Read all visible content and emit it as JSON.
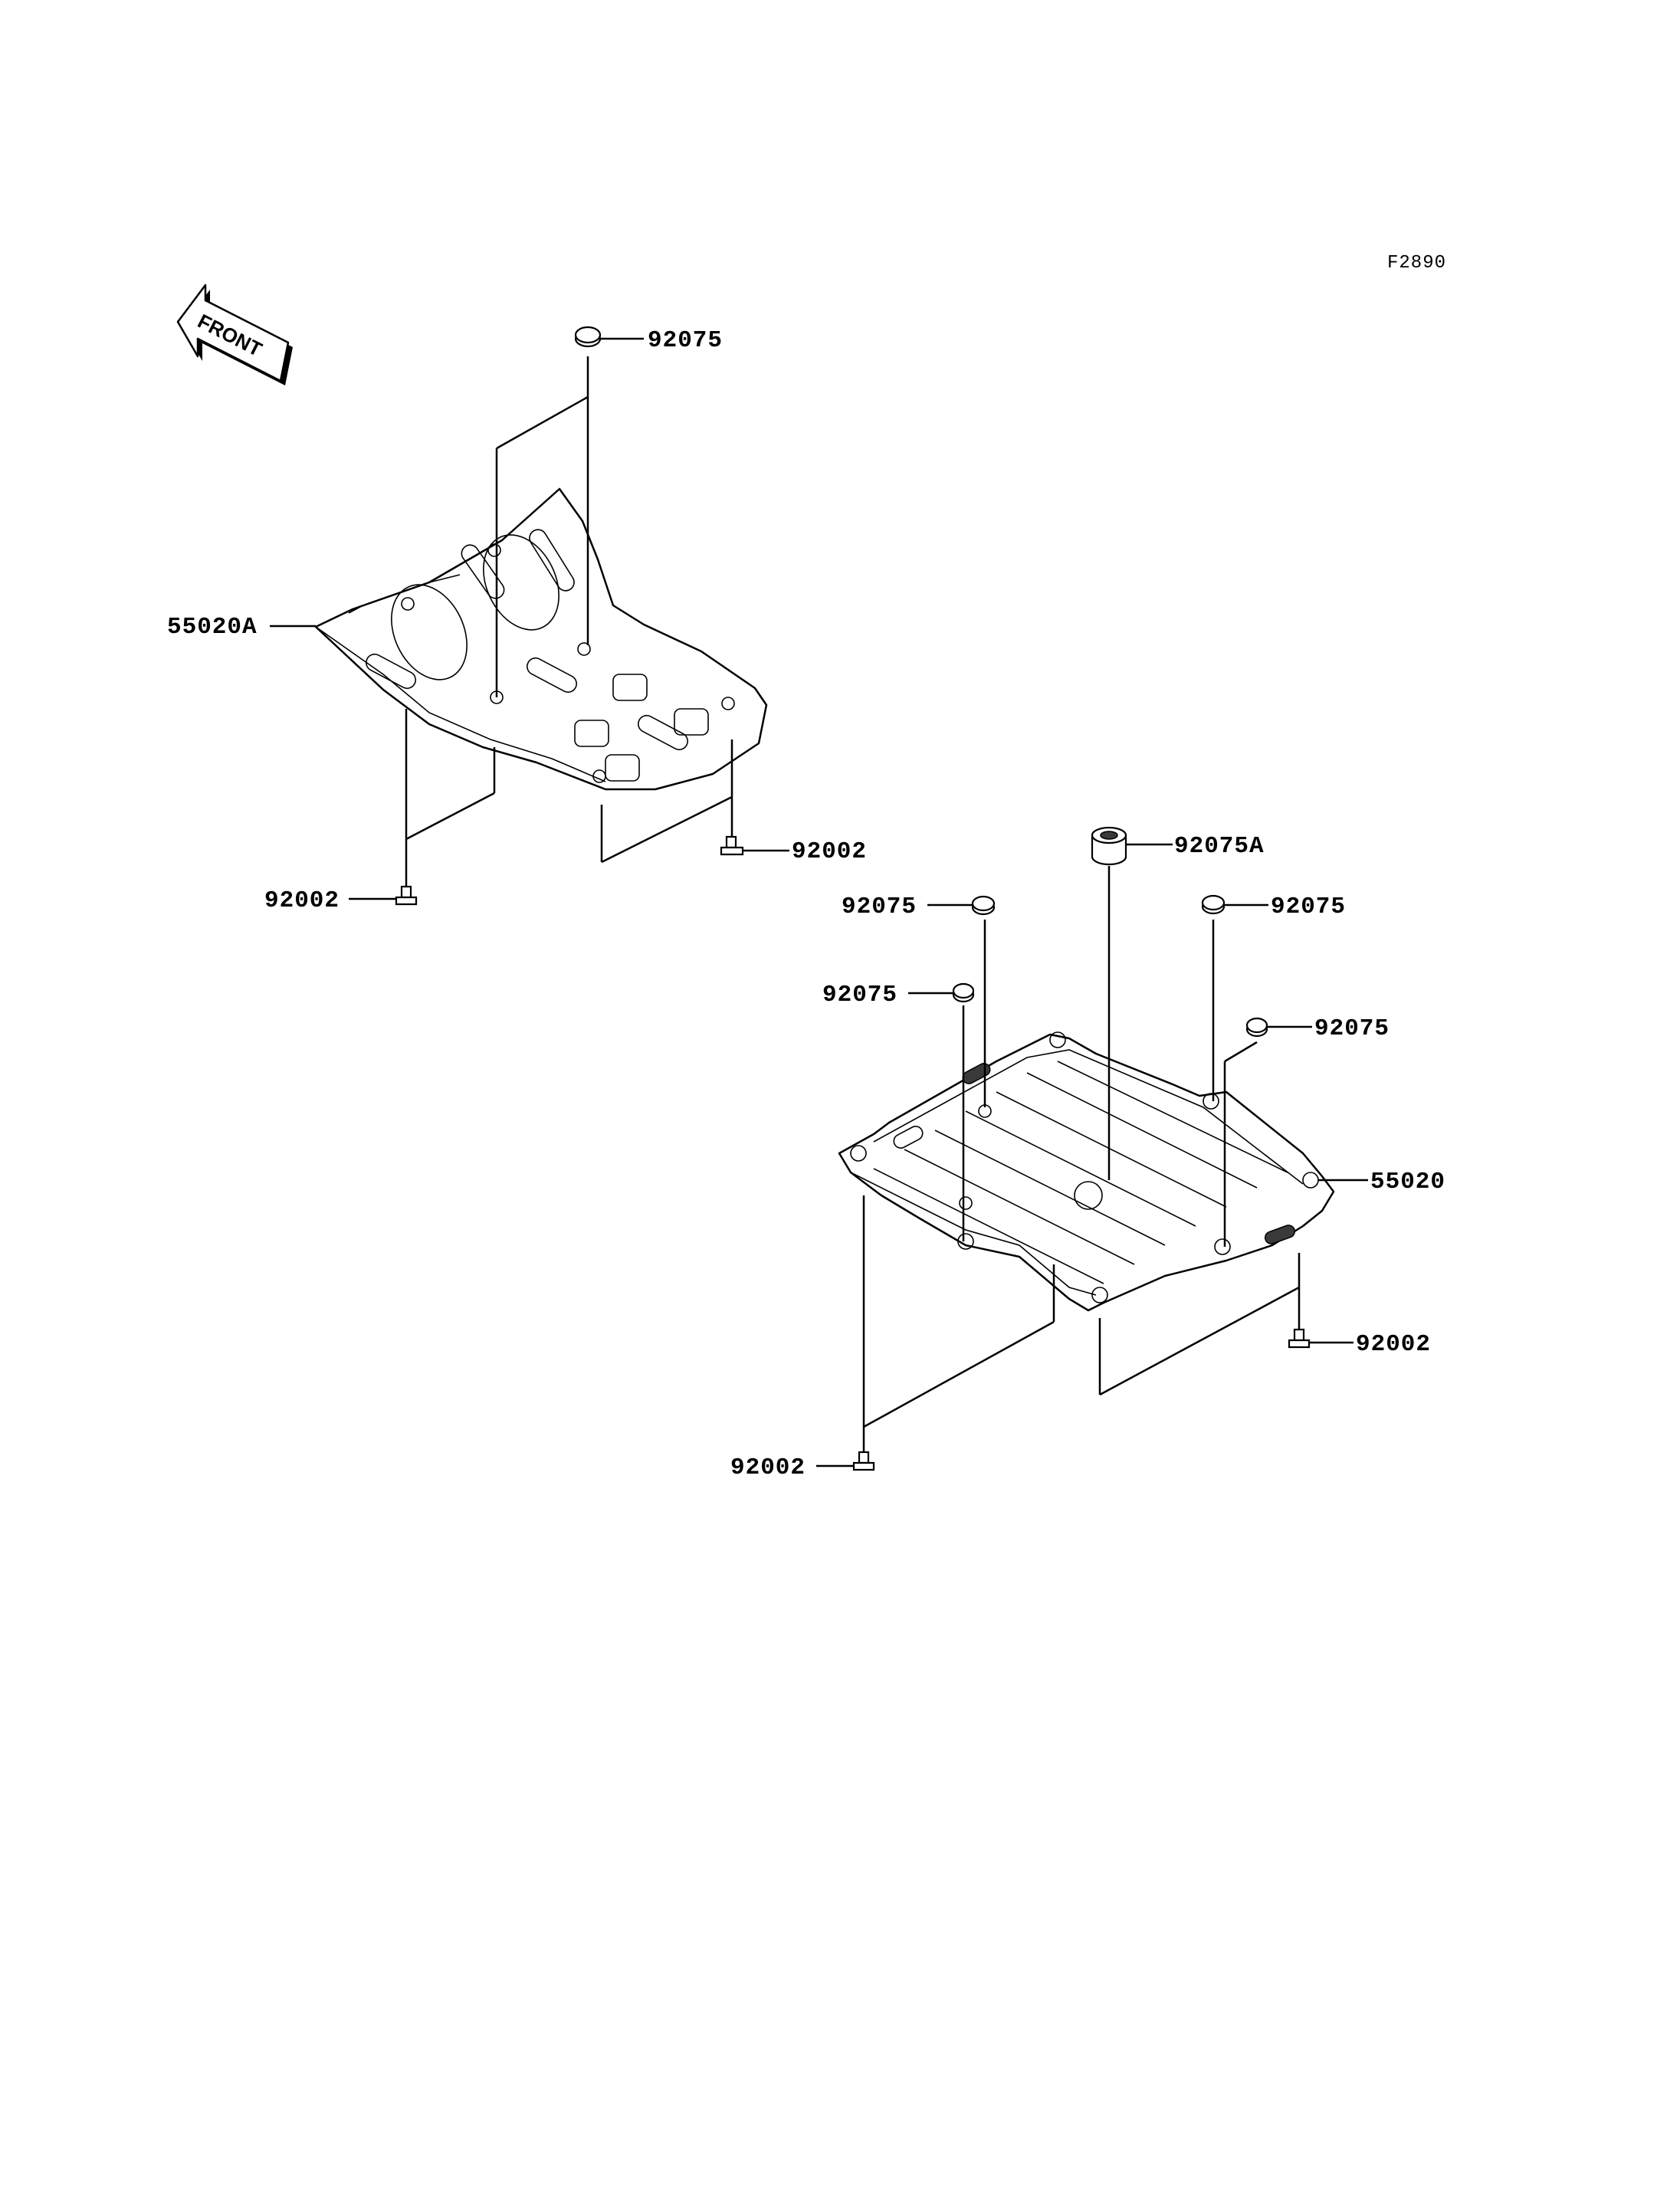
{
  "figure_code": "F2890",
  "front_arrow": "FRONT",
  "callouts": {
    "rear_cover_rubber": "92075",
    "rear_cover": "55020A",
    "rear_bolt_right": "92002",
    "rear_bolt_left": "92002",
    "collar": "92075A",
    "front_rubber_a": "92075",
    "front_rubber_b": "92075",
    "front_rubber_c": "92075",
    "front_rubber_d": "92075",
    "front_cover": "55020",
    "front_bolt_right": "92002",
    "front_bolt_left": "92002"
  }
}
